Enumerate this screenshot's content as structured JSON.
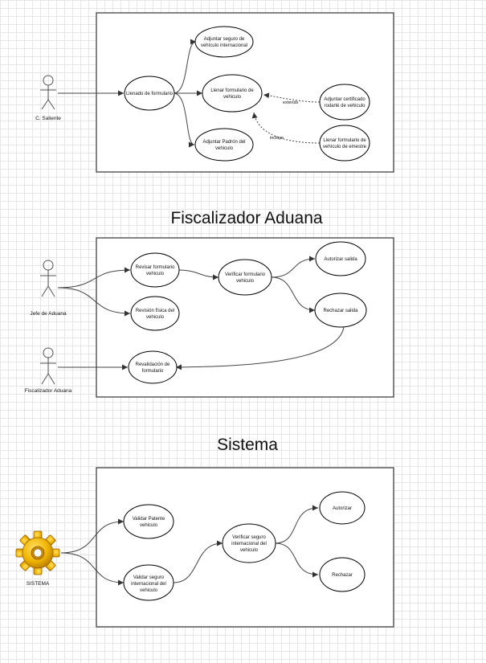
{
  "section1": {
    "actor": "C. Saliente",
    "use_cases": {
      "llenado": "Llenado de formulario",
      "seguro": [
        "Adjuntar seguro de",
        "vehículo internacional"
      ],
      "llenar_form": [
        "Llenar formulario de",
        "vehiculo"
      ],
      "padron": [
        "Adjuntar Padrón del",
        "vehiculo"
      ],
      "certificado": [
        "Adjuntar certificado",
        "rodarté de vehiculo"
      ],
      "emestre": [
        "Llenar formulario de",
        "vehículo de emestre"
      ]
    },
    "relations": {
      "extends": "extends",
      "incluye": "incluye"
    }
  },
  "section2": {
    "title": "Fiscalizador Aduana",
    "actors": {
      "jefe": "Jefe de Aduana",
      "fiscalizador": "Fiscalizador Aduana"
    },
    "use_cases": {
      "revisar": [
        "Revisar formulario",
        "vehiculo"
      ],
      "revision": [
        "Revisión física del",
        "vehiculo"
      ],
      "verificar": [
        "Verificar formulario",
        "vehiculo"
      ],
      "autorizar": "Autorizar salida",
      "rechazar": "Rechazar salida",
      "revalidacion": [
        "Revalidación de",
        "formulario"
      ]
    }
  },
  "section3": {
    "title": "Sistema",
    "actor": "SISTEMA",
    "actor_icon": "gear-icon",
    "gear_color": "#f0b400",
    "use_cases": {
      "validar_patente": [
        "Validar Patente",
        "vehiculo"
      ],
      "validar_seguro": [
        "Validar seguro",
        "internacional del",
        "vehiculo"
      ],
      "verificar_seguro": [
        "Verificar seguro",
        "internacional del",
        "vehiculo"
      ],
      "autorizar": "Autorizar",
      "rechazar": "Rechazar"
    }
  }
}
